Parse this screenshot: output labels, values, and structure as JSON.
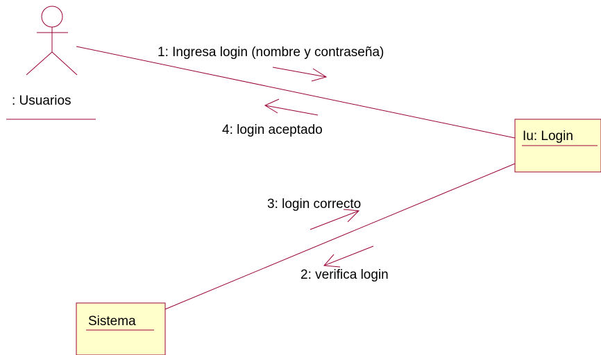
{
  "colors": {
    "line": "#990033",
    "object_fill": "#ffffcc",
    "text": "#000000"
  },
  "actor": {
    "name": ": Usuarios"
  },
  "objects": {
    "login": {
      "name": "Iu: Login"
    },
    "sistema": {
      "name": "Sistema"
    }
  },
  "messages": [
    {
      "label": "1: Ingresa login (nombre y contraseña)",
      "direction": "to-login"
    },
    {
      "label": "2: verifica login",
      "direction": "to-sistema"
    },
    {
      "label": "3: login correcto",
      "direction": "to-login"
    },
    {
      "label": "4: login aceptado",
      "direction": "to-actor"
    }
  ]
}
